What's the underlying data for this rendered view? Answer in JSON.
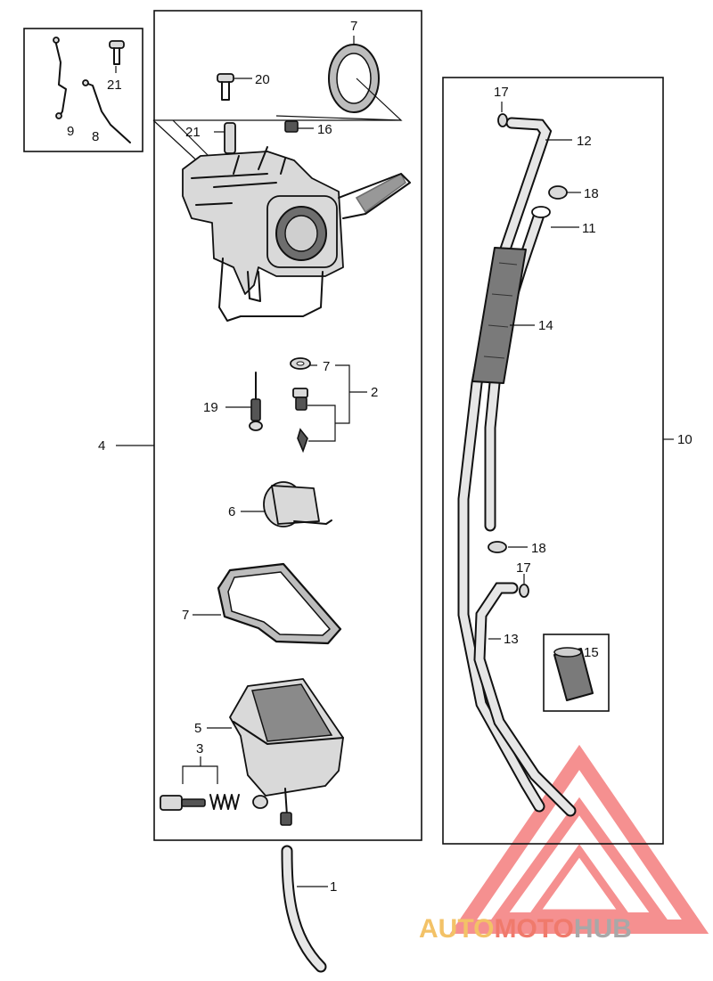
{
  "callouts": {
    "c1": "1",
    "c2": "2",
    "c3": "3",
    "c4": "4",
    "c5": "5",
    "c6": "6",
    "c7a": "7",
    "c7b": "7",
    "c7c": "7",
    "c8": "8",
    "c9": "9",
    "c10": "10",
    "c11": "11",
    "c12": "12",
    "c13": "13",
    "c14": "14",
    "c15": "15",
    "c16": "16",
    "c17a": "17",
    "c17b": "17",
    "c18a": "18",
    "c18b": "18",
    "c19": "19",
    "c20": "20",
    "c21a": "21",
    "c21b": "21"
  },
  "watermark": {
    "part1": "AUTO",
    "part2": "MOTO",
    "part3": "HUB",
    "colors": {
      "auto": "#f3c267",
      "moto": "#f07a6c",
      "hub": "#a8a8a8",
      "triangle": "#f26b6b"
    }
  }
}
